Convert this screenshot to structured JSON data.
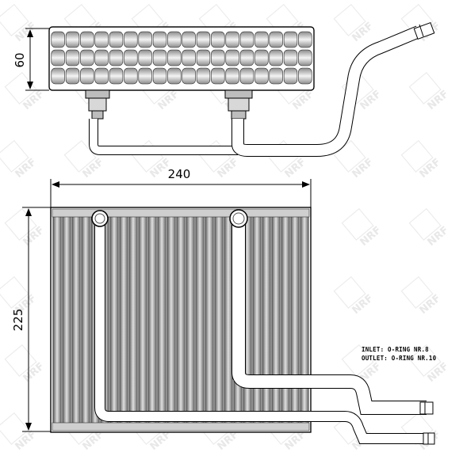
{
  "dimensions": {
    "height_top": "60",
    "width": "240",
    "height_front": "225"
  },
  "notes": {
    "inlet": "INLET: O-RING NR.8",
    "outlet": "OUTLET: O-RING NR.10"
  },
  "watermark": {
    "text": "NRF"
  },
  "colors": {
    "line": "#000000",
    "fin_dark": "#6f6f6f",
    "fin_light": "#d6d6d6",
    "watermark": "#e8e8e8"
  }
}
